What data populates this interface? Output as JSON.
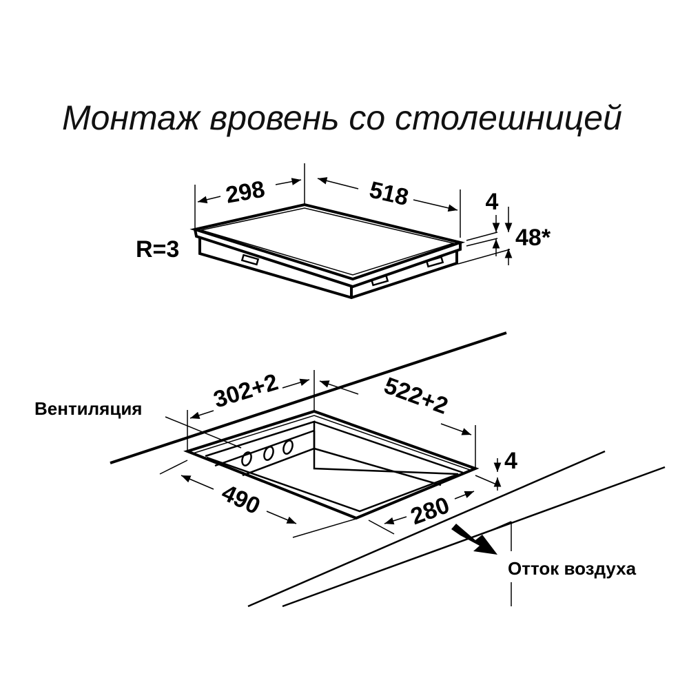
{
  "title": "Монтаж вровень со столешницей",
  "hob": {
    "width": "298",
    "depth": "518",
    "radius": "R=3",
    "glass_thickness": "4",
    "height": "48*"
  },
  "cutout": {
    "width": "302+2",
    "depth": "522+2",
    "inner_depth": "490",
    "inner_width": "280",
    "rebate": "4",
    "ventilation_label": "Вентиляция",
    "airflow_label": "Отток воздуха"
  },
  "colors": {
    "line": "#000000",
    "background": "#ffffff"
  }
}
